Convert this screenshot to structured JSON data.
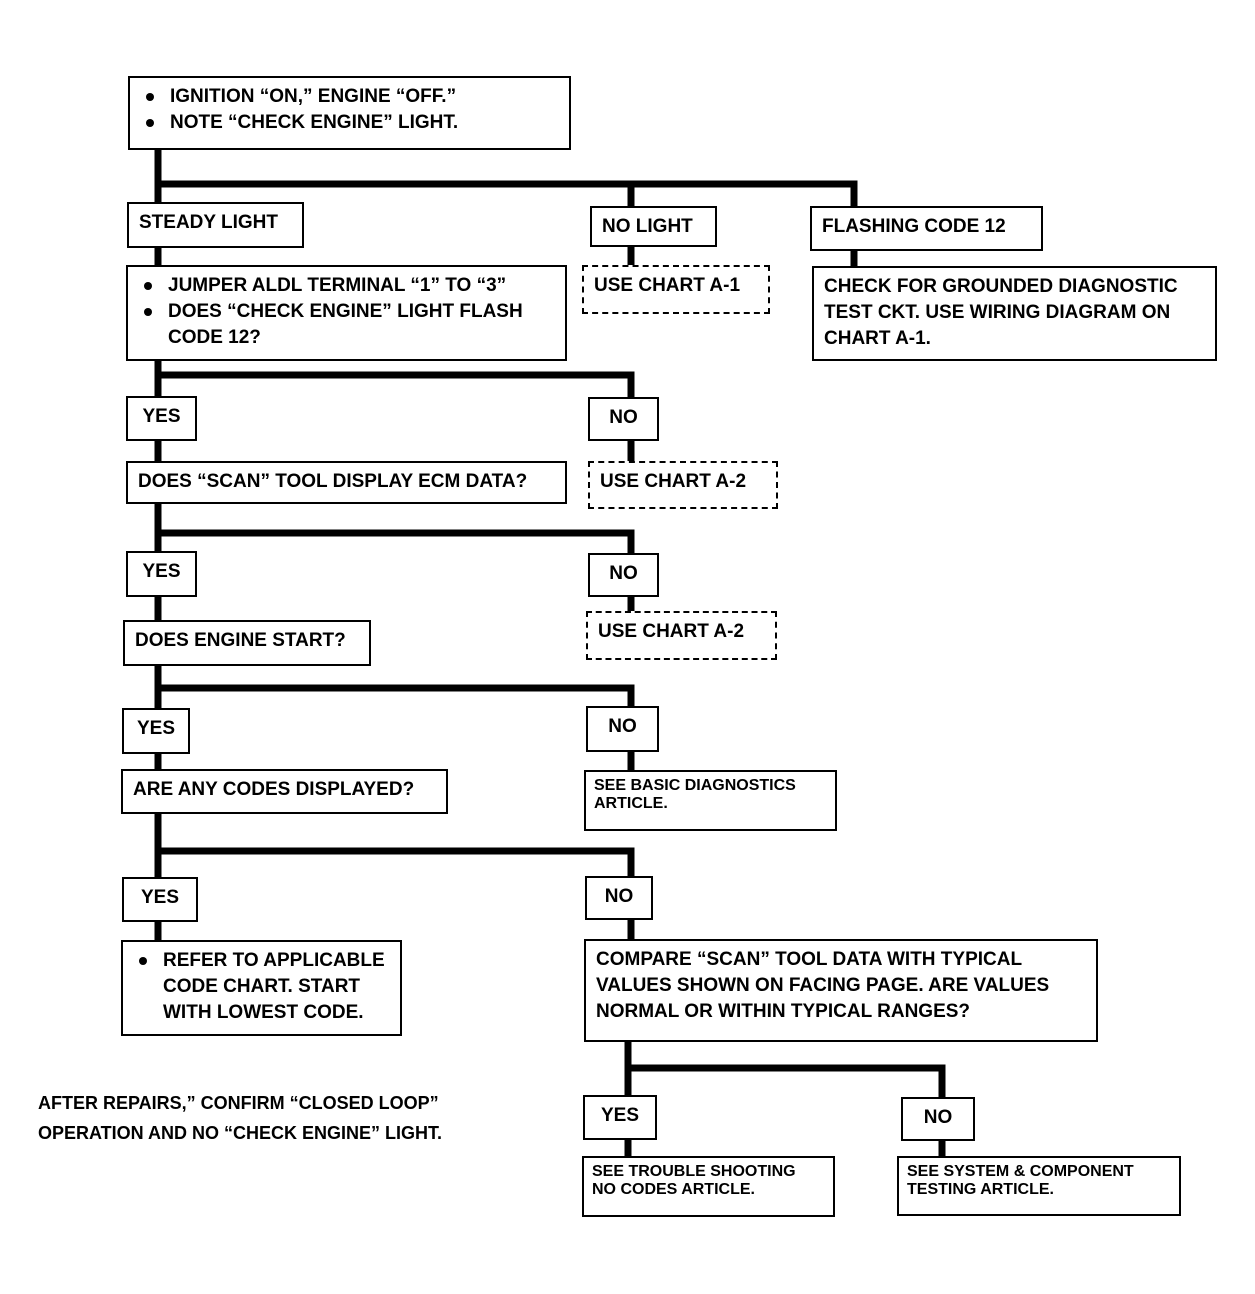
{
  "start": {
    "bullets": [
      "IGNITION “ON,” ENGINE  “OFF.”",
      "NOTE “CHECK ENGINE” LIGHT."
    ]
  },
  "steady_light": "STEADY LIGHT",
  "no_light": "NO LIGHT",
  "flashing_code": "FLASHING CODE 12",
  "use_chart_a1": "USE CHART A-1",
  "grounded_check": [
    "CHECK FOR GROUNDED DIAGNOSTIC",
    "TEST CKT.  USE WIRING DIAGRAM ON",
    "CHART A-1."
  ],
  "jumper": {
    "bullets": [
      "JUMPER  ALDL TERMINAL “1” TO “3”",
      "DOES “CHECK ENGINE” LIGHT FLASH CODE 12?"
    ]
  },
  "yes": "YES",
  "no": "NO",
  "scan_question": "DOES “SCAN” TOOL DISPLAY ECM DATA?",
  "use_chart_a2": "USE CHART A-2",
  "engine_start_question": "DOES ENGINE START?",
  "codes_question": "ARE ANY CODES DISPLAYED?",
  "basic_diagnostics": [
    "SEE BASIC DIAGNOSTICS",
    "ARTICLE."
  ],
  "refer_code_chart": {
    "bullets": [
      "REFER TO APPLICABLE CODE CHART.  START WITH LOWEST CODE."
    ]
  },
  "compare_scan": [
    "COMPARE “SCAN” TOOL DATA WITH TYPICAL",
    "VALUES SHOWN ON FACING PAGE.  ARE VALUES",
    "NORMAL OR WITHIN TYPICAL RANGES?"
  ],
  "troubleshooting": [
    "SEE TROUBLE SHOOTING",
    "NO CODES ARTICLE."
  ],
  "system_testing": [
    "SEE SYSTEM & COMPONENT",
    "TESTING ARTICLE."
  ],
  "after_repairs": [
    "AFTER REPAIRS,” CONFIRM “CLOSED LOOP”",
    "OPERATION AND NO “CHECK ENGINE” LIGHT."
  ]
}
